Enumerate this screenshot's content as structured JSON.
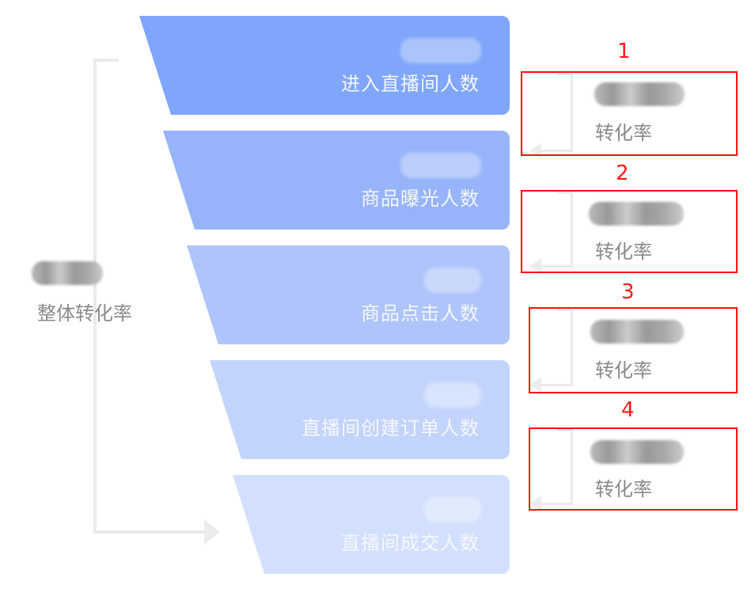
{
  "funnel": {
    "stages": [
      {
        "label": "进入直播间人数",
        "color": "#7fa6fb"
      },
      {
        "label": "商品曝光人数",
        "color": "#97b4fb"
      },
      {
        "label": "商品点击人数",
        "color": "#aec4fb"
      },
      {
        "label": "直播间创建订单人数",
        "color": "#c3d4fc"
      },
      {
        "label": "直播间成交人数",
        "color": "#d3e0fd"
      }
    ],
    "overall_label": "整体转化率"
  },
  "conversions": [
    {
      "marker": "1",
      "label": "转化率"
    },
    {
      "marker": "2",
      "label": "转化率"
    },
    {
      "marker": "3",
      "label": "转化率"
    },
    {
      "marker": "4",
      "label": "转化率"
    }
  ],
  "annotation_color": "#ff1010"
}
